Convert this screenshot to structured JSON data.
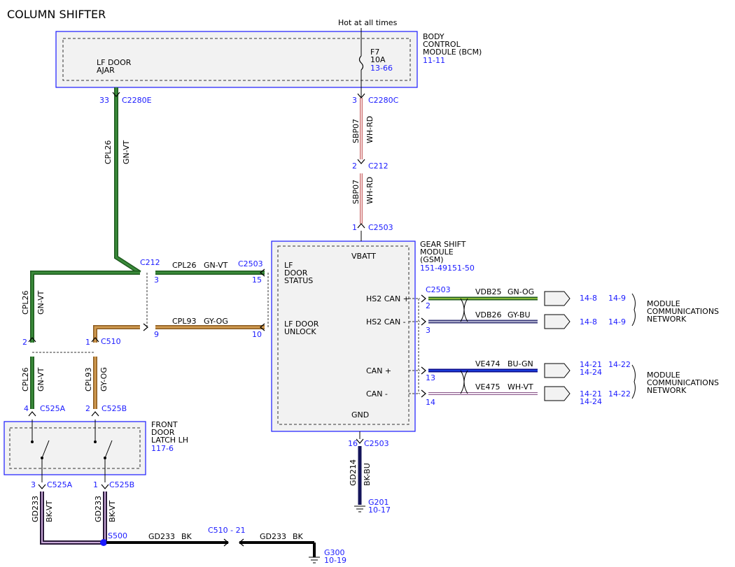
{
  "title": "COLUMN SHIFTER",
  "hot_label": "Hot at all times",
  "bcm": {
    "name": [
      "BODY",
      "CONTROL",
      "MODULE (BCM)"
    ],
    "ref": "11-11",
    "lf_door_ajar": [
      "LF DOOR",
      "AJAR"
    ],
    "fuse": {
      "name": "F7",
      "rating": "10A",
      "ref": "13-66"
    }
  },
  "gsm": {
    "name": [
      "GEAR SHIFT",
      "MODULE",
      "(GSM)"
    ],
    "ref": "151-49151-50",
    "vbatt": "VBATT",
    "gnd": "GND",
    "lf_door_status": [
      "LF",
      "DOOR",
      "STATUS"
    ],
    "lf_door_unlock": [
      "LF DOOR",
      "UNLOCK"
    ],
    "hs2_can_plus": "HS2 CAN +",
    "hs2_can_minus": "HS2 CAN -",
    "can_plus": "CAN +",
    "can_minus": "CAN -"
  },
  "latch": {
    "name": [
      "FRONT",
      "DOOR",
      "LATCH LH"
    ],
    "ref": "117-6"
  },
  "network": {
    "label": [
      "MODULE",
      "COMMUNICATIONS",
      "NETWORK"
    ]
  },
  "pins": {
    "p33": "33",
    "p3a": "3",
    "p2a": "2",
    "p1a": "1",
    "p3b": "3",
    "p15": "15",
    "p9": "9",
    "p10": "10",
    "p2b": "2",
    "p1b": "1",
    "p4": "4",
    "p2c": "2",
    "p3c": "3",
    "p1c": "1",
    "p16": "16",
    "p2d": "2",
    "p3d": "3",
    "p13": "13",
    "p14": "14"
  },
  "connectors": {
    "c2280e": "C2280E",
    "c2280c": "C2280C",
    "c212a": "C212",
    "c2503a": "C2503",
    "c212b": "C212",
    "c2503b": "C2503",
    "c510": "C510",
    "c525a1": "C525A",
    "c525b1": "C525B",
    "c525a2": "C525A",
    "c525b2": "C525B",
    "c2503c": "C2503",
    "c2503d": "C2503",
    "s500": "S500",
    "c510_21": "C510  -  21",
    "g201": "G201",
    "g201_ref": "10-17",
    "g300": "G300",
    "g300_ref": "10-19"
  },
  "wires": {
    "cpl26": "CPL26",
    "gnvt": "GN-VT",
    "sbp07": "SBP07",
    "whrd": "WH-RD",
    "cpl93": "CPL93",
    "gyog": "GY-OG",
    "gd233": "GD233",
    "bkvt": "BK-VT",
    "bk": "BK",
    "gd214": "GD214",
    "bkbu": "BK-BU",
    "vdb25": "VDB25",
    "gnog": "GN-OG",
    "vdb26": "VDB26",
    "gybu": "GY-BU",
    "ve474": "VE474",
    "bugn": "BU-GN",
    "ve475": "VE475",
    "whvt": "WH-VT"
  },
  "refs": {
    "r14_8": "14-8",
    "r14_9": "14-9",
    "r14_21": "14-21",
    "r14_22": "14-22",
    "r14_24": "14-24"
  },
  "colors": {
    "border": "#1a1aff",
    "box_fill": "#f2f2f2",
    "pin_text": "#1a1aff",
    "green": "#2e7d2e",
    "orange": "#c88a3c",
    "pink": "#e8a0a0",
    "black": "#000000",
    "navy": "#14145a",
    "blue": "#1428c8",
    "purple": "#6a3a8a"
  }
}
